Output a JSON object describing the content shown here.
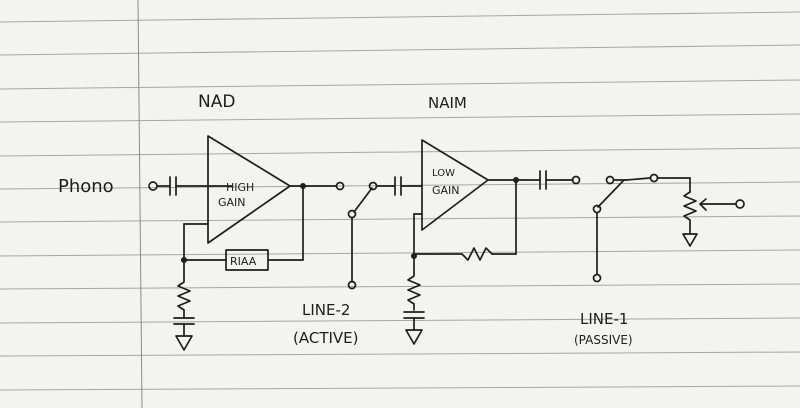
{
  "labels": {
    "stage1": "NAD",
    "stage2": "NAIM",
    "input": "Phono",
    "amp1_line1": "HIGH",
    "amp1_line2": "GAIN",
    "amp2_line1": "LOW",
    "amp2_line2": "GAIN",
    "riaa": "RIAA",
    "line2": "LINE-2",
    "line2_note": "(ACTIVE)",
    "line1": "LINE-1",
    "line1_note": "(PASSIVE)"
  }
}
